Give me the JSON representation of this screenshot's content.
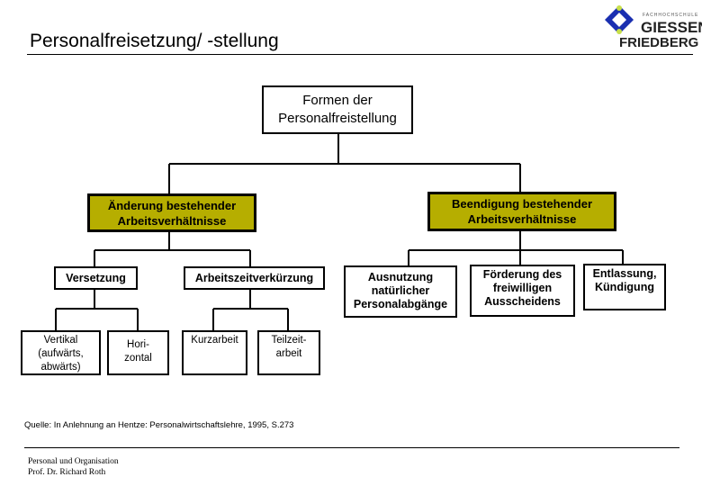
{
  "header": {
    "title": "Personalfreisetzung/ -stellung",
    "logo": {
      "small_text": "FACHHOCHSCHULE",
      "line1": "GIESSEN",
      "line2": "FRIEDBERG",
      "colors": {
        "diamond": "#1a2fb0",
        "accent": "#c8e04a"
      }
    }
  },
  "chart": {
    "root": "Formen der\nPersonalfreistellung",
    "left": {
      "label": "Änderung bestehender\nArbeitsverhältnisse",
      "children": [
        {
          "label": "Versetzung",
          "children": [
            "Vertikal\n(aufwärts,\nabwärts)",
            "Hori-\nzontal"
          ]
        },
        {
          "label": "Arbeitszeitverkürzung",
          "children": [
            "Kurzarbeit",
            "Teilzeit-\narbeit"
          ]
        }
      ]
    },
    "right": {
      "label": "Beendigung bestehender\nArbeitsverhältnisse",
      "children": [
        "Ausnutzung\nnatürlicher\nPersonalabgänge",
        "Förderung des\nfreiwilligen\nAusscheidens",
        "Entlassung,\nKündigung"
      ]
    },
    "highlight_color": "#b6ae00"
  },
  "source": "Quelle: In Anlehnung an Hentze: Personalwirtschaftslehre, 1995, S.273",
  "footer": {
    "line1": "Personal und Organisation",
    "line2": "Prof. Dr. Richard Roth"
  }
}
